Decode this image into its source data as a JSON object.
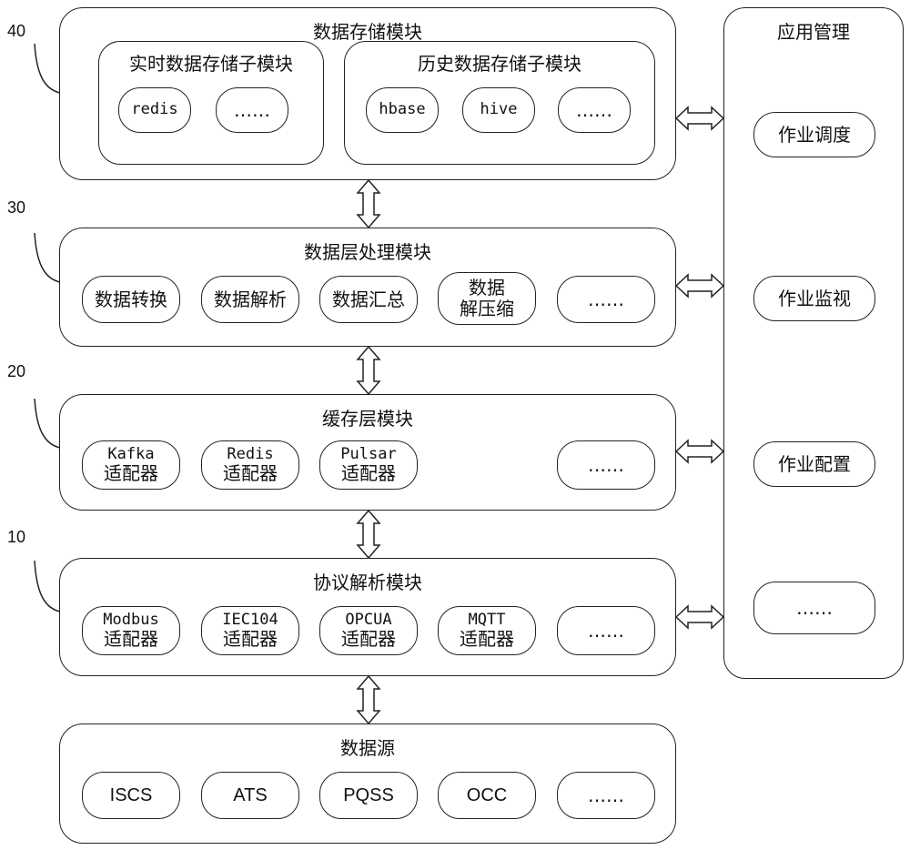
{
  "storage": {
    "number": "40",
    "title": "数据存储模块",
    "realtime": {
      "title": "实时数据存储子模块",
      "items": [
        "redis",
        "……"
      ]
    },
    "history": {
      "title": "历史数据存储子模块",
      "items": [
        "hbase",
        "hive",
        "……"
      ]
    }
  },
  "processing": {
    "number": "30",
    "title": "数据层处理模块",
    "items": [
      "数据转换",
      "数据解析",
      "数据汇总",
      "数据\n解压缩",
      "……"
    ]
  },
  "cache": {
    "number": "20",
    "title": "缓存层模块",
    "items": [
      {
        "top": "Kafka",
        "bottom": "适配器"
      },
      {
        "top": "Redis",
        "bottom": "适配器"
      },
      {
        "top": "Pulsar",
        "bottom": "适配器"
      }
    ],
    "more": "……"
  },
  "protocol": {
    "number": "10",
    "title": "协议解析模块",
    "items": [
      {
        "top": "Modbus",
        "bottom": "适配器"
      },
      {
        "top": "IEC104",
        "bottom": "适配器"
      },
      {
        "top": "OPCUA",
        "bottom": "适配器"
      },
      {
        "top": "MQTT",
        "bottom": "适配器"
      }
    ],
    "more": "……"
  },
  "source": {
    "title": "数据源",
    "items": [
      "ISCS",
      "ATS",
      "PQSS",
      "OCC",
      "……"
    ]
  },
  "app": {
    "title": "应用管理",
    "items": [
      "作业调度",
      "作业监视",
      "作业配置",
      "……"
    ]
  }
}
